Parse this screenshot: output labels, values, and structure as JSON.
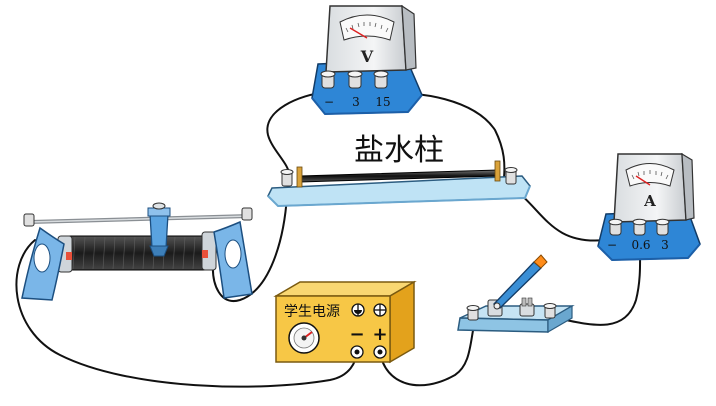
{
  "diagram": {
    "title": "盐水柱",
    "voltmeter": {
      "symbol": "V",
      "terminals": [
        "−",
        "3",
        "15"
      ]
    },
    "ammeter": {
      "symbol": "A",
      "terminals": [
        "−",
        "0.6",
        "3"
      ]
    },
    "power_supply": {
      "label": "学生电源",
      "minus": "−",
      "plus": "+"
    }
  },
  "colors": {
    "meter_base": "#2e86d6",
    "meter_base_dark": "#1c5fa8",
    "meter_body": "#eceff1",
    "tray": "#bfe3f5",
    "power_face": "#f7c746",
    "power_side": "#e3a21c",
    "switch_arm": "#3a8fd6",
    "switch_tip": "#ff8c1a",
    "rheostat_coil": "#2a2a2a",
    "rheostat_frame": "#5aa3e0",
    "wire": "#111111"
  },
  "icons": [
    "voltmeter-icon",
    "ammeter-icon",
    "rheostat-icon",
    "power-supply-icon",
    "knife-switch-icon",
    "dial-icon",
    "indicator-light-icon"
  ]
}
